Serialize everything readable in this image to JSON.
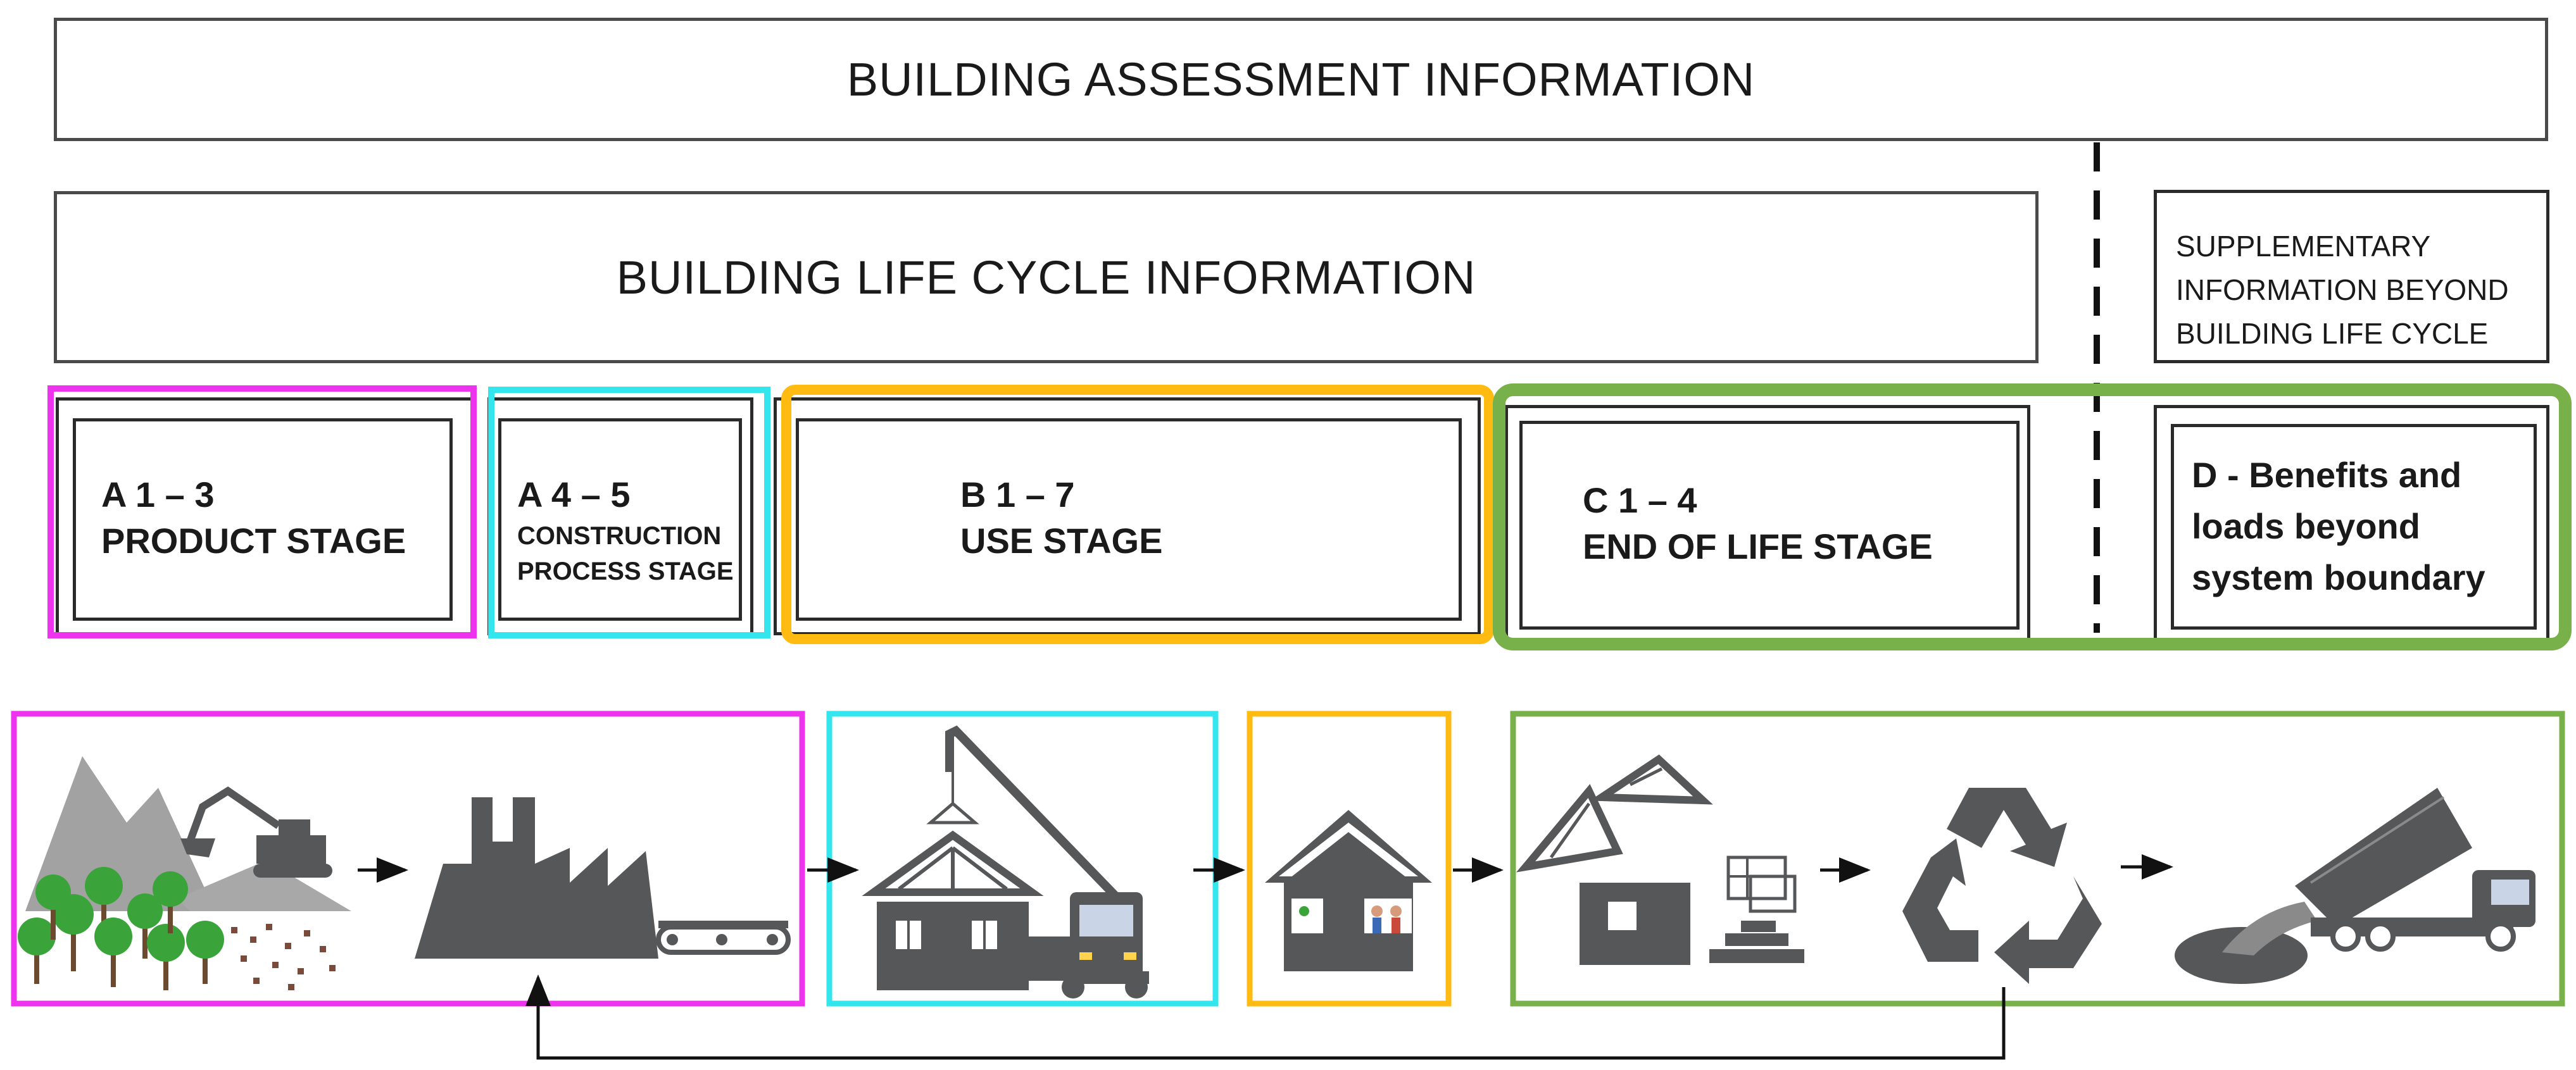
{
  "assessment_title": "BUILDING ASSESSMENT INFORMATION",
  "lifecycle_title": "BUILDING LIFE CYCLE INFORMATION",
  "supplementary": {
    "line1": "SUPPLEMENTARY",
    "line2": "INFORMATION BEYOND",
    "line3": "BUILDING LIFE CYCLE"
  },
  "stages": {
    "a13": {
      "code": "A 1 – 3",
      "title": "PRODUCT STAGE"
    },
    "a45": {
      "code": "A 4 – 5",
      "line1": "CONSTRUCTION",
      "line2": "PROCESS STAGE"
    },
    "b17": {
      "code": "B 1 – 7",
      "title": "USE STAGE"
    },
    "c14": {
      "code": "C 1 – 4",
      "title": "END OF LIFE STAGE"
    },
    "d": {
      "line1": "D - Benefits and",
      "line2": "loads beyond",
      "line3": "system boundary"
    }
  },
  "colors": {
    "product": "#ee33ee",
    "construction": "#33e6ee",
    "use": "#ffbb11",
    "end_of_life": "#78b04a",
    "icon": "#555759",
    "tree": "#3aa43a"
  }
}
